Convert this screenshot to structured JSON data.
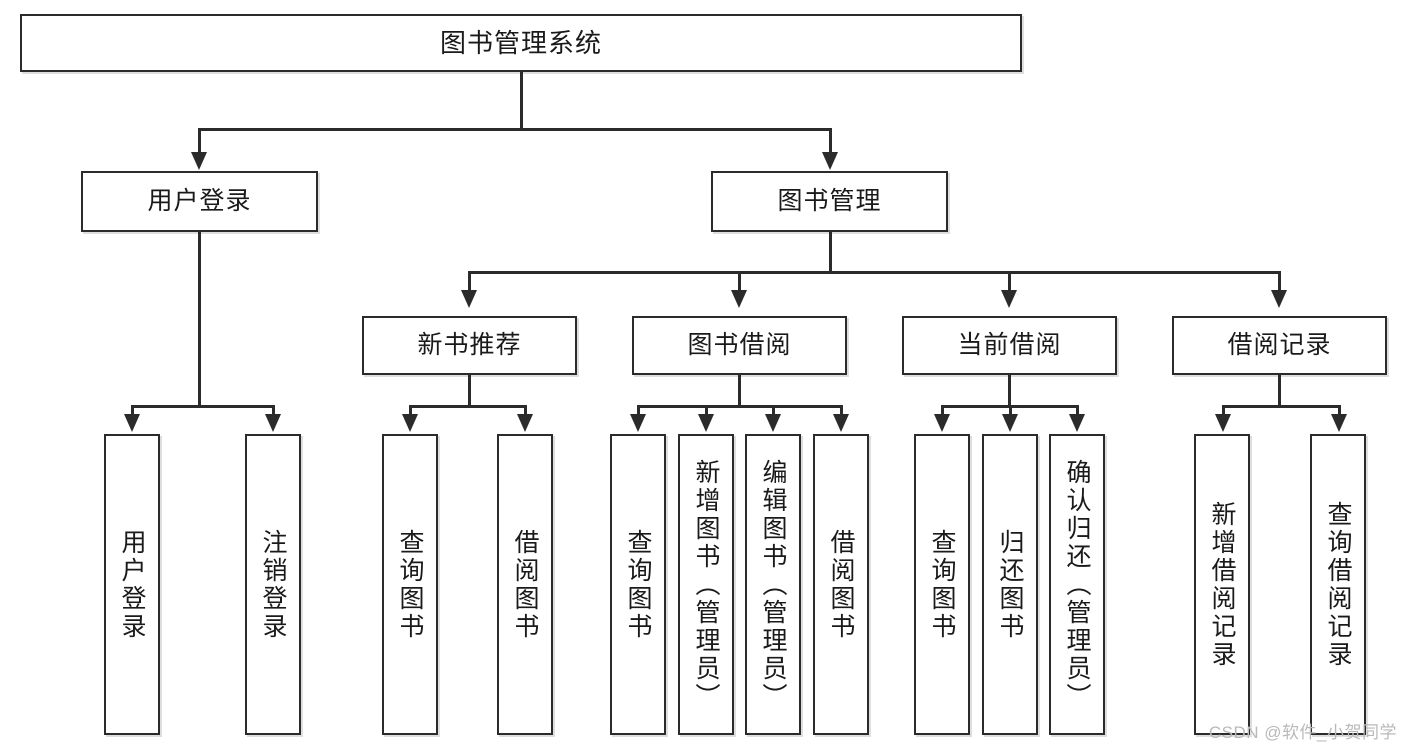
{
  "diagram": {
    "type": "tree",
    "title": "图书管理系统",
    "watermark": "CSDN @软件_小贺同学",
    "colors": {
      "stroke": "#2b2b2b",
      "fill": "#ffffff",
      "text": "#1a1a1a",
      "watermark": "#b9b9b9"
    },
    "nodes": {
      "root": {
        "label": "图书管理系统"
      },
      "level2": [
        {
          "label": "用户登录"
        },
        {
          "label": "图书管理"
        }
      ],
      "level3": [
        {
          "label": "新书推荐"
        },
        {
          "label": "图书借阅"
        },
        {
          "label": "当前借阅"
        },
        {
          "label": "借阅记录"
        }
      ],
      "leaves": [
        {
          "label": "用户登录"
        },
        {
          "label": "注销登录"
        },
        {
          "label": "查询图书"
        },
        {
          "label": "借阅图书"
        },
        {
          "label": "查询图书"
        },
        {
          "label": "新增图书（管理员）"
        },
        {
          "label": "编辑图书（管理员）"
        },
        {
          "label": "借阅图书"
        },
        {
          "label": "查询图书"
        },
        {
          "label": "归还图书"
        },
        {
          "label": "确认归还（管理员）"
        },
        {
          "label": "新增借阅记录"
        },
        {
          "label": "查询借阅记录"
        }
      ]
    }
  }
}
